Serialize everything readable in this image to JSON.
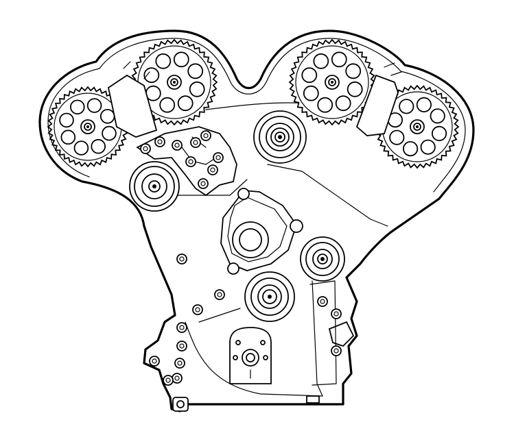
{
  "figure": {
    "colors": {
      "ink": "#000000",
      "paper": "#ffffff"
    },
    "parts": [
      {
        "name": "cam-sprocket-left-outer",
        "teeth": 40,
        "holes": 8
      },
      {
        "name": "cam-sprocket-left-inner",
        "teeth": 40,
        "holes": 8
      },
      {
        "name": "cam-sprocket-right-inner",
        "teeth": 40,
        "holes": 8
      },
      {
        "name": "cam-sprocket-right-outer",
        "teeth": 40,
        "holes": 8
      },
      {
        "name": "belt-tensioner-pulley"
      },
      {
        "name": "idler-pulley-left"
      },
      {
        "name": "water-pump"
      },
      {
        "name": "idler-pulley-right"
      },
      {
        "name": "idler-pulley-lower"
      },
      {
        "name": "crankshaft-sprocket"
      }
    ]
  }
}
